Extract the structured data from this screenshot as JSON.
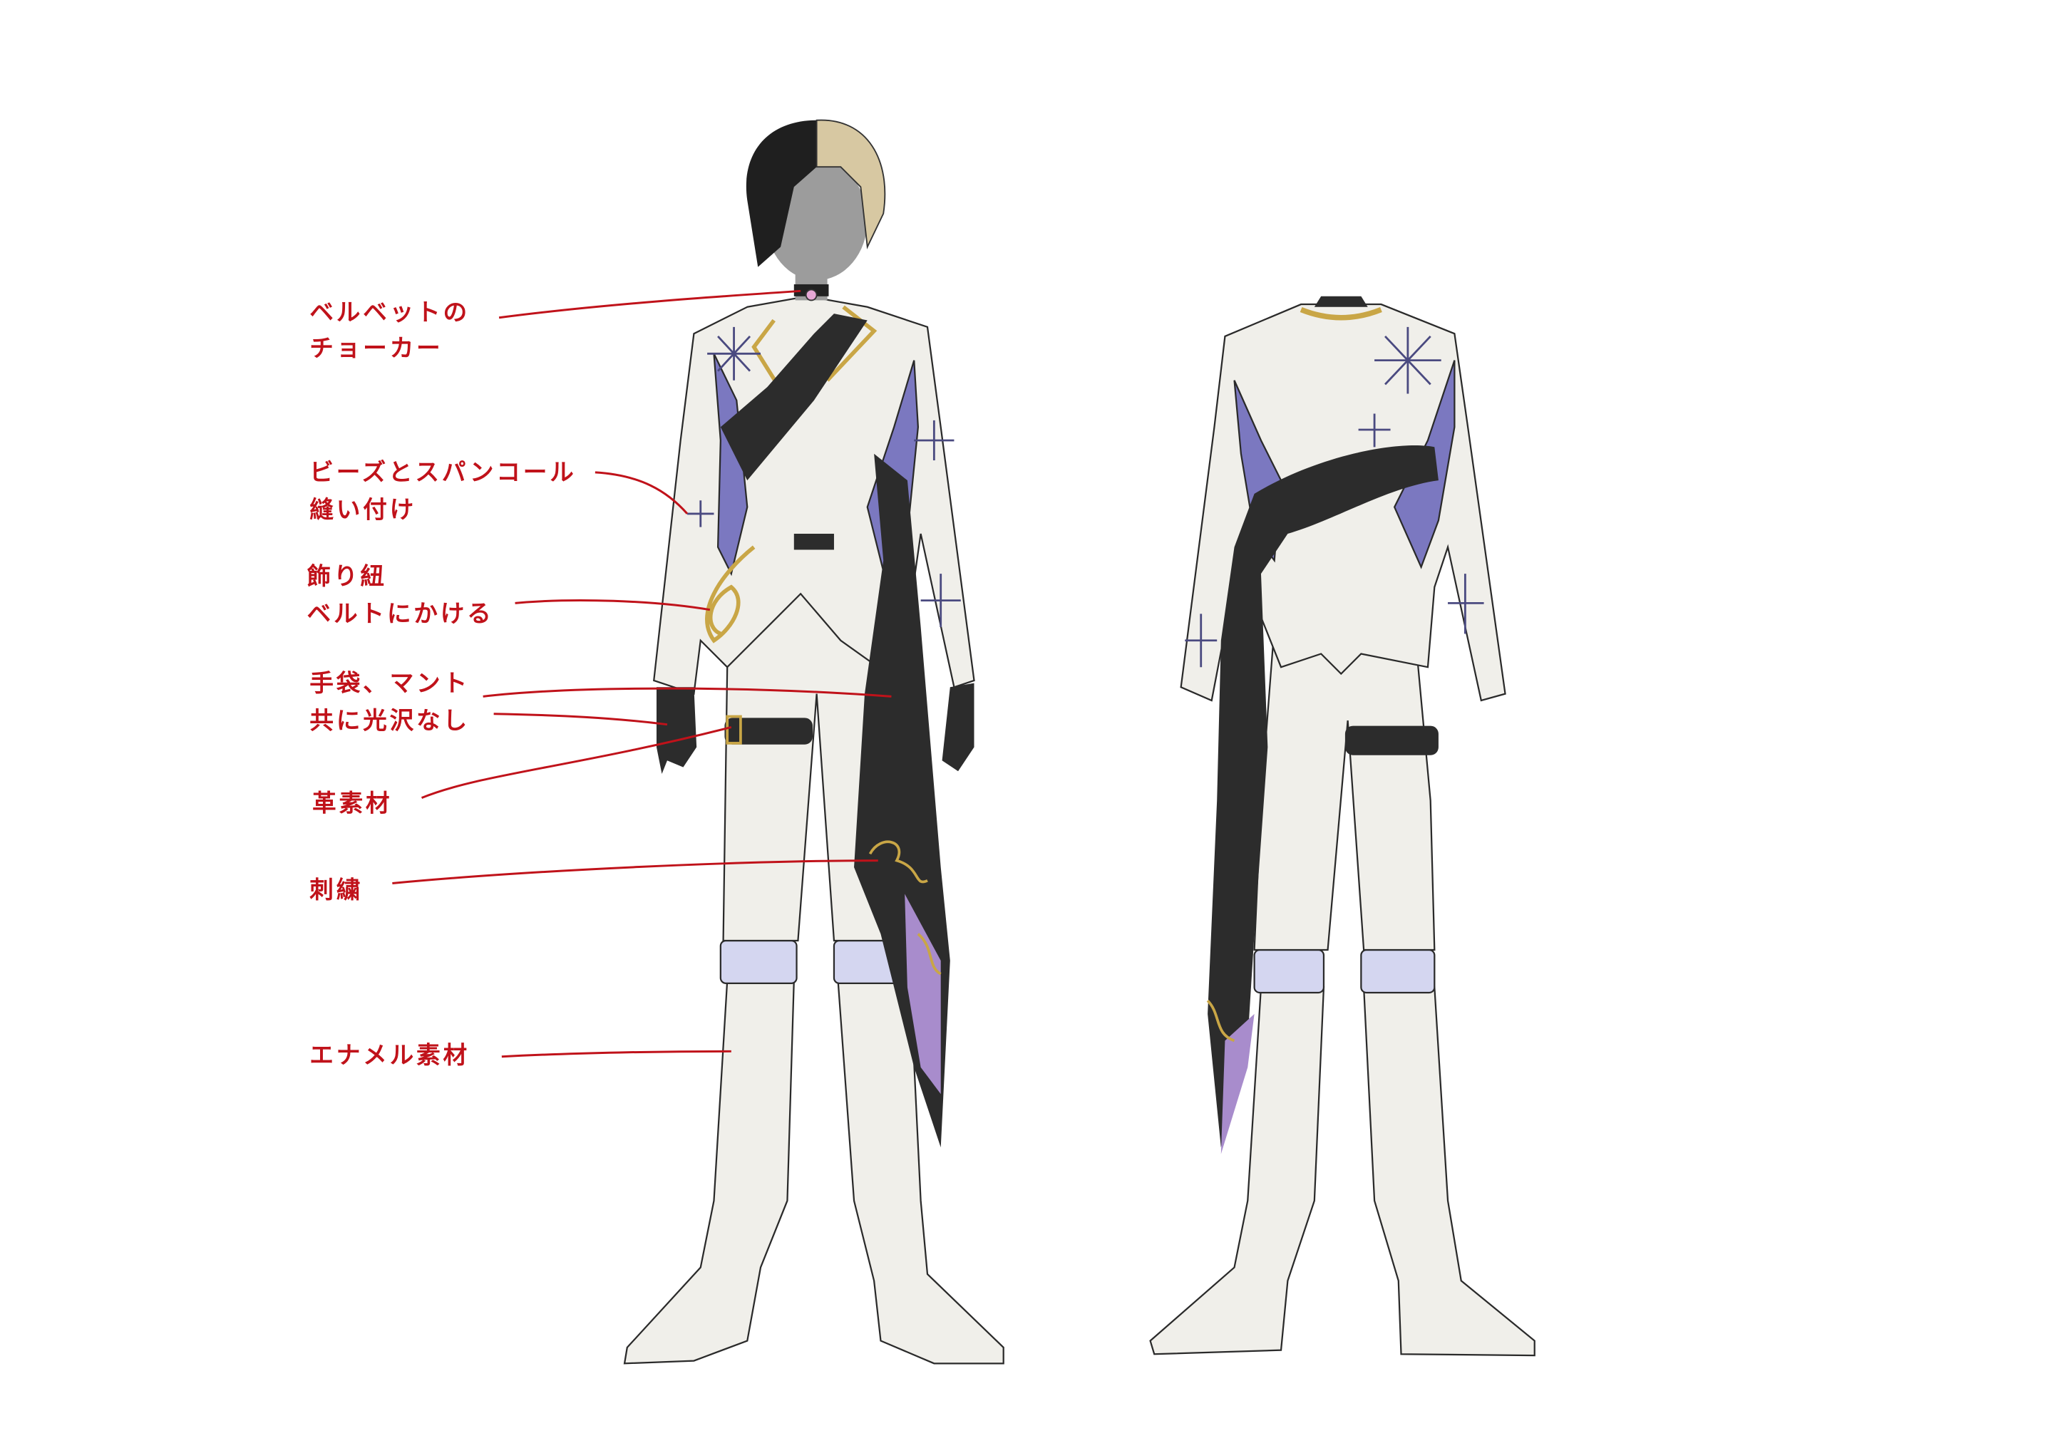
{
  "annotations": [
    {
      "lines": [
        "ベルベットの",
        "チョーカー"
      ]
    },
    {
      "lines": [
        "ビーズとスパンコール",
        "縫い付け"
      ]
    },
    {
      "lines": [
        "飾り紐",
        "ベルトにかける"
      ]
    },
    {
      "lines": [
        "手袋、マント",
        "共に光沢なし"
      ]
    },
    {
      "lines": [
        "革素材"
      ]
    },
    {
      "lines": [
        "刺繍"
      ]
    },
    {
      "lines": [
        "エナメル素材"
      ]
    }
  ],
  "colors": {
    "annotation": "#c0121a",
    "fabric_white": "#f0efea",
    "accent_purple": "#7b78c0",
    "sash_black": "#2c2c2c",
    "gold_trim": "#c9a646",
    "cuff_lavender": "#d4d6f0"
  }
}
